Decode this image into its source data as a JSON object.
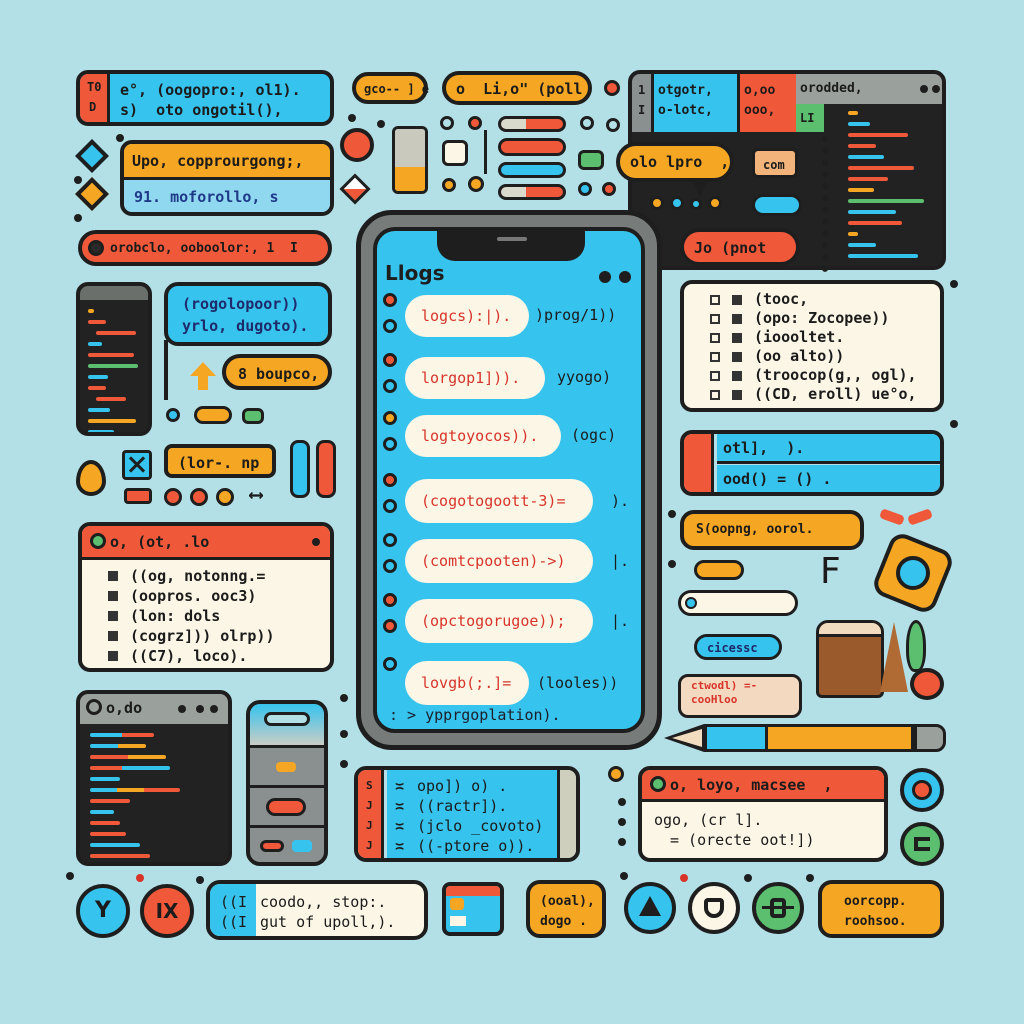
{
  "top_left_panel": {
    "gutter": [
      "T0",
      "D"
    ],
    "lines": [
      "e°, (oogopro:, ol1).",
      "s)  oto ongotil(),"
    ]
  },
  "top_left_orange_panel": {
    "header": "Upo, copprourgong;,",
    "body": "91. moforollo, s"
  },
  "pill_small": "gco-- ] e",
  "pill_top_center": "o  Li,o\" (poll",
  "top_right_panel": {
    "gutter": [
      "1",
      "I"
    ],
    "col_blue": [
      "otgotr,",
      "o-lotc,"
    ],
    "col_red": [
      "o,oo",
      "ooo,"
    ],
    "header_grey": "orodded,",
    "code_button": "LI"
  },
  "speech_bubble_top": "olo lpro  ,",
  "tag_com": "com",
  "red_button_right": "Jo (pnot",
  "red_status_bar": "orobclo, ooboolor:, 1  I",
  "blue_speech_bubble": [
    "(rogolopoor))",
    "yrlo, dugoto)."
  ],
  "orange_button_left": "8 boupco,",
  "orange_tag_left": "(lor-. np",
  "phone": {
    "title": "Llogs",
    "logs": [
      {
        "bubble": "logcs):|).",
        "side": ")prog/1))",
        "dot": "#f0583a"
      },
      {
        "bubble": "lorgop1])).",
        "side": "yyogo)",
        "dot": "#36c3ee"
      },
      {
        "bubble": "logtoyocos)).",
        "side": "(ogc)",
        "dot": "#f5a623"
      },
      {
        "bubble": "(cogotogoott-3)=",
        "side": ").",
        "dot": "#f0583a"
      },
      {
        "bubble": "(comtcpooten)->)",
        "side": "|.",
        "dot": "#36c3ee"
      },
      {
        "bubble": "(opctogorugoe));",
        "side": "|.",
        "dot": "#f0583a"
      },
      {
        "bubble": "lovgb(;.]=",
        "side": "(looles))",
        "dot": "#36c3ee"
      }
    ],
    "footer": ": > ypprgoplation)."
  },
  "right_list_panel": {
    "items": [
      "(tooc,",
      "(opo: Zocopee))",
      "(ioooltet.",
      "(oo alto))",
      "(troocop(g,, ogl),",
      "((CD, eroll) ue°o,"
    ]
  },
  "right_blue_rows": [
    "otl],  ).",
    "ood() = () ."
  ],
  "orange_speech_right": "S(oopng, oorol.",
  "blue_pill_right": "cicessc",
  "note_box_right": [
    "ctwodl) =-",
    "cooHloo"
  ],
  "left_list_window": {
    "title": "o, (ot, .lo",
    "items": [
      "((og, notonng.=",
      "(oopros. ooc3)",
      "(lon: dols",
      "(cogrz])) olrp))",
      "((C7), loco)."
    ]
  },
  "code_window_bottom_left": {
    "title": "o,do"
  },
  "blue_code_panel_bottom": {
    "gutter": [
      "S",
      "J",
      "J",
      "J"
    ],
    "lines": [
      "opo]) o) .",
      "((ractr]).",
      "(jclo _covoto)",
      "((-ptore o))."
    ]
  },
  "bottom_right_window": {
    "title": "o, loyo, macsee  ,",
    "lines": [
      "ogo, (cr l].",
      "= (orecte oot!])"
    ]
  },
  "bottom_row": {
    "btn_y": "Y",
    "btn_ix": "IX",
    "code_panel": {
      "gutter": [
        "((I",
        "((I"
      ],
      "lines": [
        "coodo,, stop:.",
        "gut of upoll,)."
      ]
    },
    "orange_tag_1": [
      "(ooal),",
      "dogo ."
    ],
    "orange_tag_2": [
      "oorcopp.",
      "roohsoo."
    ]
  },
  "colors": {
    "background": "#b3dfe6",
    "red": "#f0583a",
    "blue": "#36c3ee",
    "orange": "#f5a623",
    "cream": "#fbf6e6",
    "outline": "#1e1e1e"
  }
}
